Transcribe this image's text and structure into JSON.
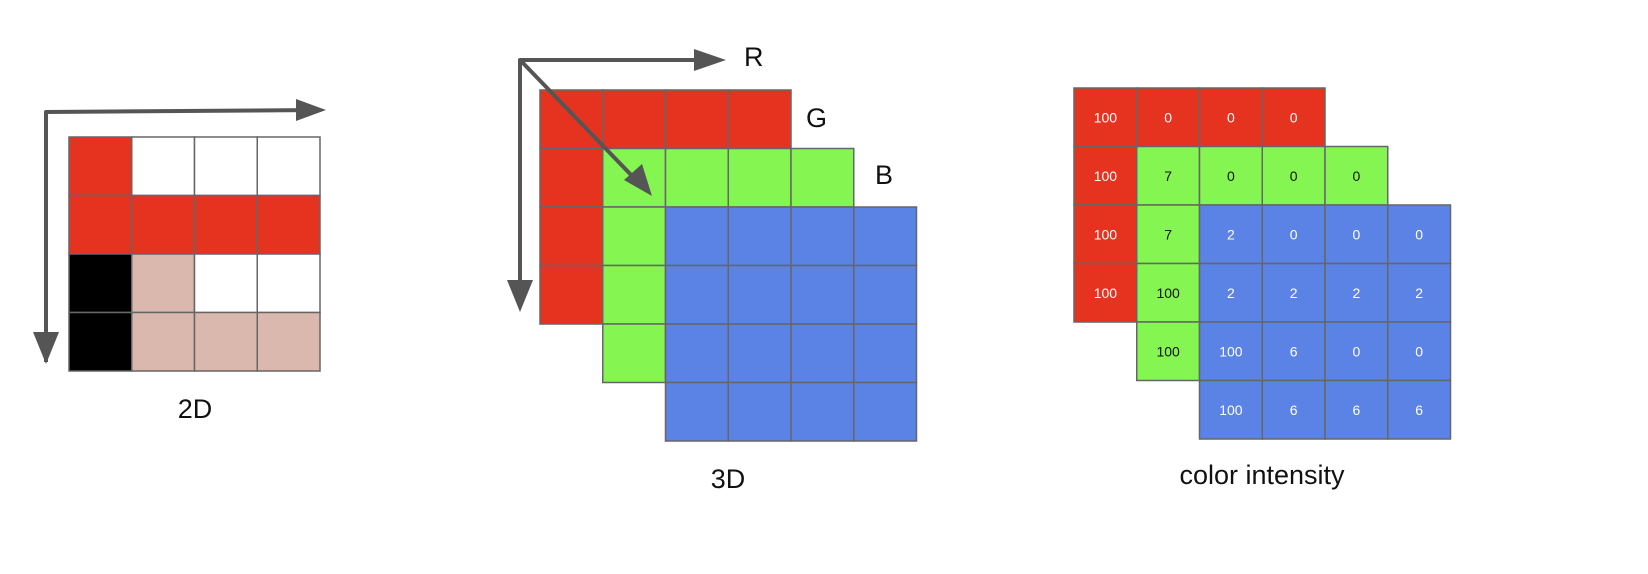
{
  "colors": {
    "red": "#e63320",
    "green": "#84f551",
    "blue": "#5a83e5",
    "black": "#000000",
    "pink": "#dbb8ae",
    "white": "#ffffff",
    "grid_line": "#666666",
    "arrow": "#555555",
    "text_dark": "#111111"
  },
  "panel_2d": {
    "label": "2D",
    "grid": [
      [
        "red",
        "white",
        "white",
        "white"
      ],
      [
        "red",
        "red",
        "red",
        "red"
      ],
      [
        "black",
        "pink",
        "white",
        "white"
      ],
      [
        "black",
        "pink",
        "pink",
        "pink"
      ]
    ]
  },
  "panel_3d": {
    "label": "3D",
    "axis_labels": {
      "r": "R",
      "g": "G",
      "b": "B"
    }
  },
  "panel_intensity": {
    "label": "color intensity",
    "red_layer": [
      [
        "100",
        "0",
        "0",
        "0"
      ],
      [
        "100",
        "",
        "",
        ""
      ],
      [
        "100",
        "",
        "",
        ""
      ],
      [
        "100",
        "",
        "",
        ""
      ]
    ],
    "green_layer": [
      [
        "7",
        "0",
        "0",
        "0"
      ],
      [
        "7",
        "",
        "",
        ""
      ],
      [
        "100",
        "",
        "",
        ""
      ],
      [
        "100",
        "",
        "",
        ""
      ]
    ],
    "blue_layer": [
      [
        "2",
        "0",
        "0",
        "0"
      ],
      [
        "2",
        "2",
        "2",
        "2"
      ],
      [
        "100",
        "6",
        "0",
        "0"
      ],
      [
        "100",
        "6",
        "6",
        "6"
      ]
    ]
  }
}
